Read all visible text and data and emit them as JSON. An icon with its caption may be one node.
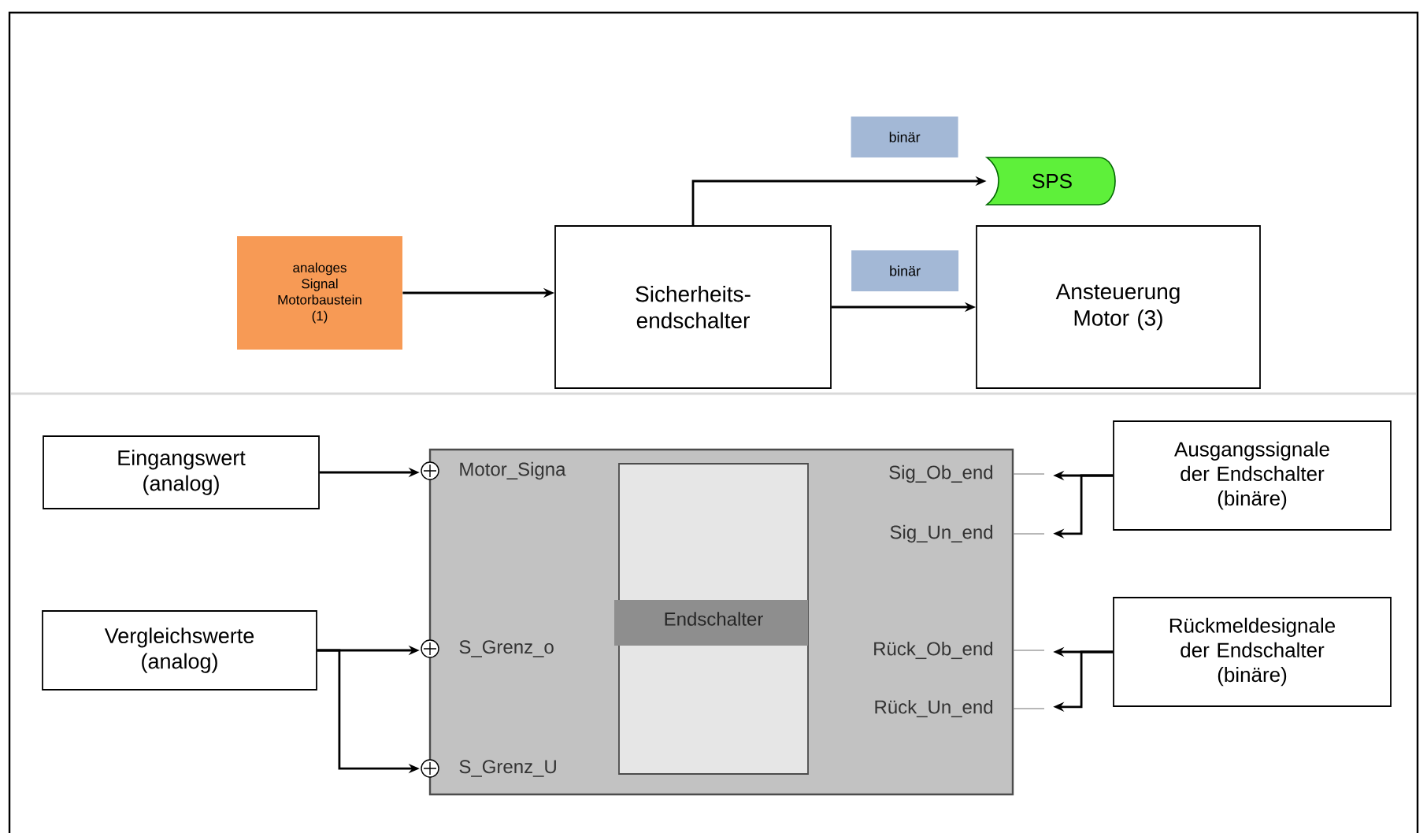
{
  "diagram": {
    "nodes": [
      {
        "text": [
          "analoges Signal Motorbaustein (1)"
        ]
      },
      {
        "text": [
          "Sicherheits-endschalter"
        ]
      },
      {
        "text": [
          "SPS"
        ]
      },
      {
        "text": [
          "Ansteuerung Motor (3)"
        ]
      },
      {
        "text": [
          "Eingangswert (analog)"
        ]
      },
      {
        "text": [
          "Vergleichswerte (analog)"
        ]
      },
      {
        "text": [
          "Motor_Signa",
          "S_Grenz_o",
          "S_Grenz_U",
          "Sig_Ob_end",
          "Sig_Un_end",
          "Rück_Ob_end",
          "Rück_Un_end"
        ]
      },
      {
        "text": [
          "Endschalter"
        ],
        "in": 6
      },
      {
        "text": [
          "Ausgangssignale der Endschalter (binäre)"
        ]
      },
      {
        "text": [
          "Rückmeldesignale der Endschalter (binäre)"
        ]
      }
    ],
    "edges": [
      {
        "from": 0,
        "to": 1,
        "arrow": "to"
      },
      {
        "from": 1,
        "to": 2,
        "arrow": "to",
        "label": "binär"
      },
      {
        "from": 1,
        "to": 3,
        "arrow": "to",
        "label": "binär"
      },
      {
        "from": 4,
        "to": 6,
        "arrow": "to"
      },
      {
        "from": 5,
        "to": 6,
        "arrow": "to"
      },
      {
        "from": 5,
        "to": 6,
        "arrow": "to"
      },
      {
        "from": 8,
        "to": 6,
        "arrow": "to"
      },
      {
        "from": 8,
        "to": 6,
        "arrow": "to"
      },
      {
        "from": 9,
        "to": 6,
        "arrow": "to"
      },
      {
        "from": 9,
        "to": 6,
        "arrow": "to"
      }
    ]
  }
}
